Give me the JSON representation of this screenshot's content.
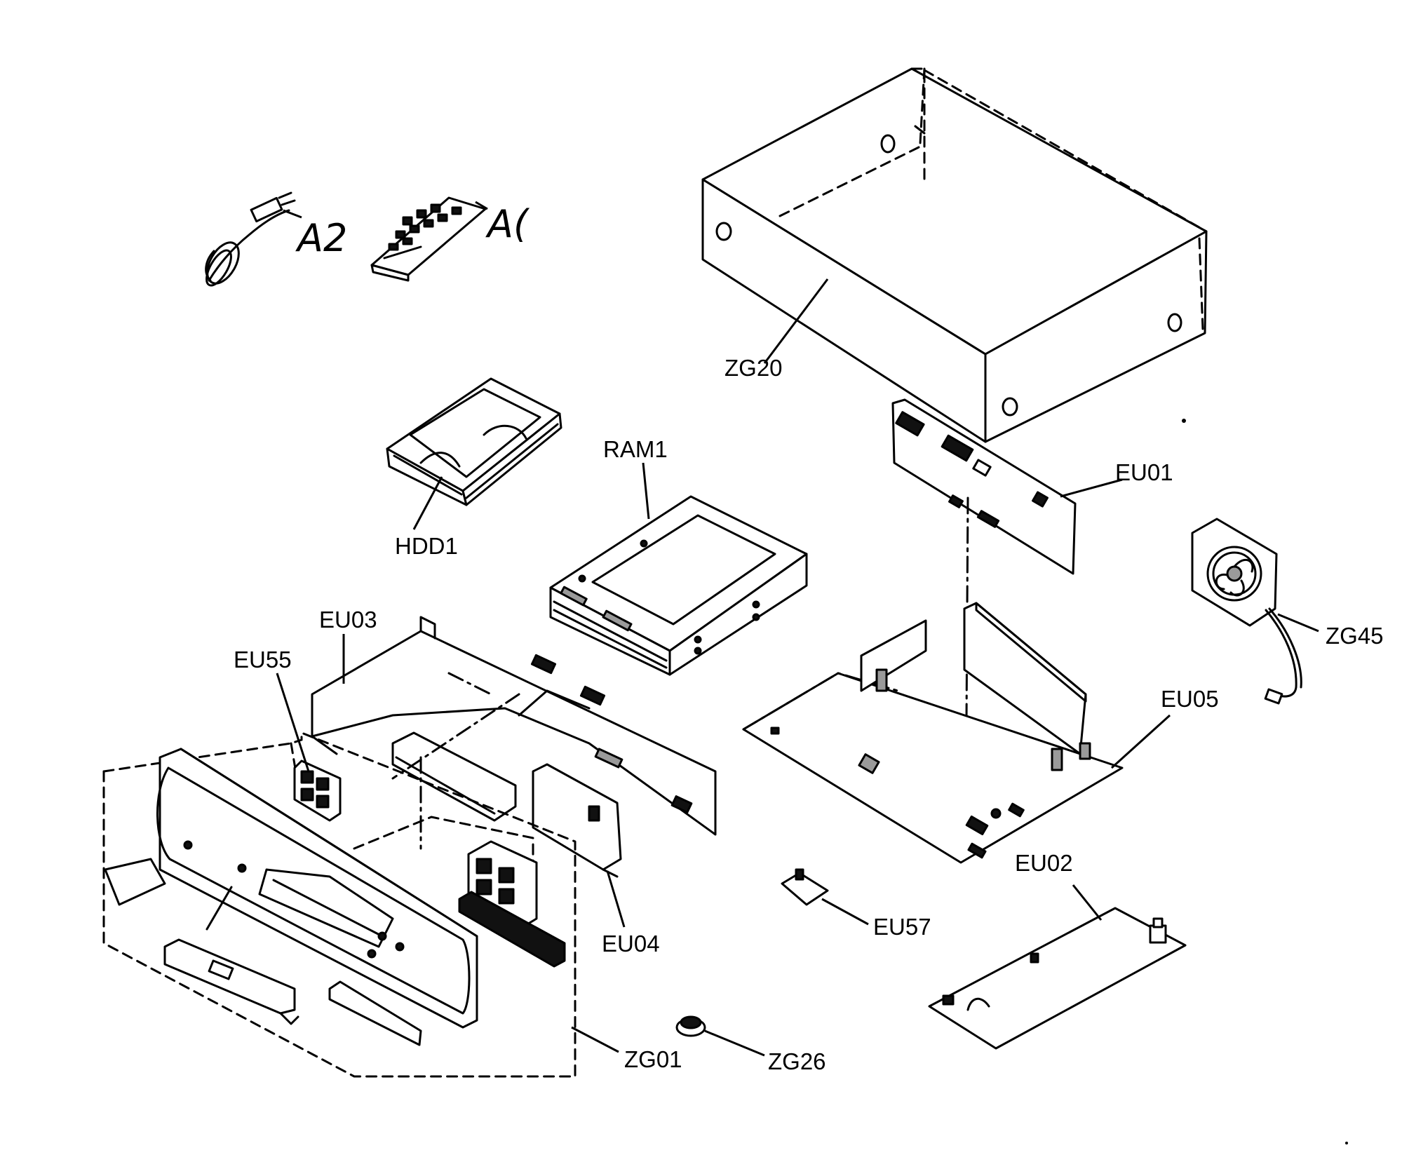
{
  "diagram": {
    "labels": {
      "zg20": "ZG20",
      "a1": "A(",
      "a2": "A2",
      "hdd1": "HDD1",
      "ram1": "RAM1",
      "eu01": "EU01",
      "zg45": "ZG45",
      "eu03": "EU03",
      "eu55": "EU55",
      "eu05": "EU05",
      "eu02": "EU02",
      "eu04": "EU04",
      "eu57": "EU57",
      "zg01": "ZG01",
      "zg26": "ZG26"
    }
  }
}
